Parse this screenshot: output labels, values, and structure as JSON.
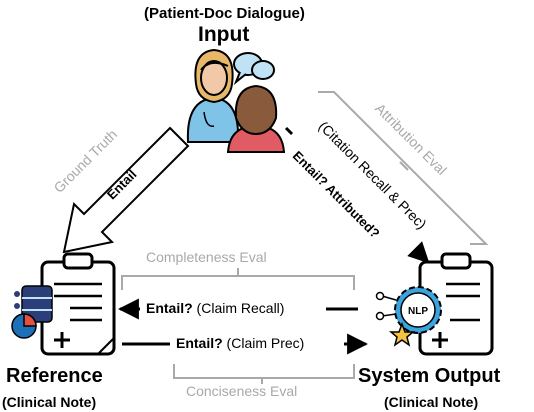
{
  "input": {
    "subtitle": "(Patient-Doc Dialogue)",
    "title": "Input"
  },
  "reference": {
    "title": "Reference",
    "subtitle": "(Clinical Note)"
  },
  "system_output": {
    "title": "System Output",
    "subtitle": "(Clinical Note)",
    "badge": "NLP"
  },
  "edges": {
    "ground_truth": "Ground Truth",
    "entail": "Entail",
    "attribution_eval": "Attribution Eval",
    "citation": "(Citation Recall & Prec)",
    "entail_attributed": "Entail? Attributed?",
    "completeness_eval": "Completeness Eval",
    "recall_bold": "Entail?",
    "recall_rest": " (Claim Recall)",
    "prec_bold": "Entail?",
    "prec_rest": " (Claim Prec)",
    "conciseness_eval": "Conciseness Eval"
  },
  "colors": {
    "gray": "#a9a9a9",
    "doc_skin": "#f2c9a8",
    "doc_hair": "#e8b86a",
    "doc_scrubs": "#7fc4e8",
    "patient_hair": "#8a5a3c",
    "patient_shirt": "#e15b64",
    "bubble": "#bfe3f4",
    "database": "#2c3e7a",
    "pie_a": "#e6513f",
    "pie_b": "#1d6fb8",
    "gear": "#3ba3dd",
    "star": "#f5c242"
  }
}
